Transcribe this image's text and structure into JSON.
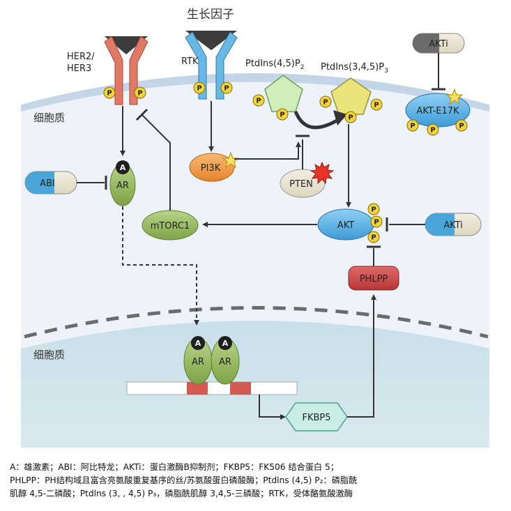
{
  "labels": {
    "growth_factor": "生长因子",
    "her2": "HER2/",
    "her3": "HER3",
    "rtk": "RTK",
    "pip2": "PtdIns(4,5)P",
    "pip2_sub": "2",
    "pip3": "PtdIns(3,4,5)P",
    "pip3_sub": "3",
    "cytoplasm_top": "细胞质",
    "cytoplasm_bottom": "细胞质",
    "phosphate": "P",
    "androgen": "A"
  },
  "nodes": {
    "akti_top": "AKTi",
    "akt_e17k": "AKT-E17K",
    "pi3k": "PI3K",
    "pten": "PTEN",
    "abi": "ABI",
    "ar": "AR",
    "akt": "AKT",
    "akti_right": "AKTi",
    "mtorc1": "mTORC1",
    "phlpp": "PHLPP",
    "ar_dimer_1": "AR",
    "ar_dimer_2": "AR",
    "fkbp5": "FKBP5"
  },
  "legend": {
    "line1": "A：雄激素；ABI：阿比特龙；AKTi：蛋白激酶B抑制剂；FKBP5：FK506 结合蛋白 5；",
    "line2": "PHLPP：PH结构域且富含亮氨酸重复基序的丝/苏氨酸蛋白磷酸酶；Ptdlns (4,5) P₂：磷脂酰",
    "line3": "肌醇 4,5-二磷酸；Ptdlns (3, , 4,5) P₃，磷脂酰肌醇 3,4,5-三磷酸；RTK，受体酪氨酸激酶"
  },
  "colors": {
    "background_cell": "#eef4fa",
    "membrane": "#bcd0e4",
    "nucleus": "#cfe2ea",
    "her_receptor": "#e0705a",
    "rtk_receptor": "#5aaee0",
    "ar_green": "#94b55a",
    "akt_blue": "#5fb6e8",
    "pi3k_orange": "#f09a4a",
    "phlpp_red": "#cc4a4a",
    "phosphate_yellow": "#f2d33c",
    "pip2_green": "#c8ecb0",
    "pip3_yellow": "#ece47a"
  }
}
